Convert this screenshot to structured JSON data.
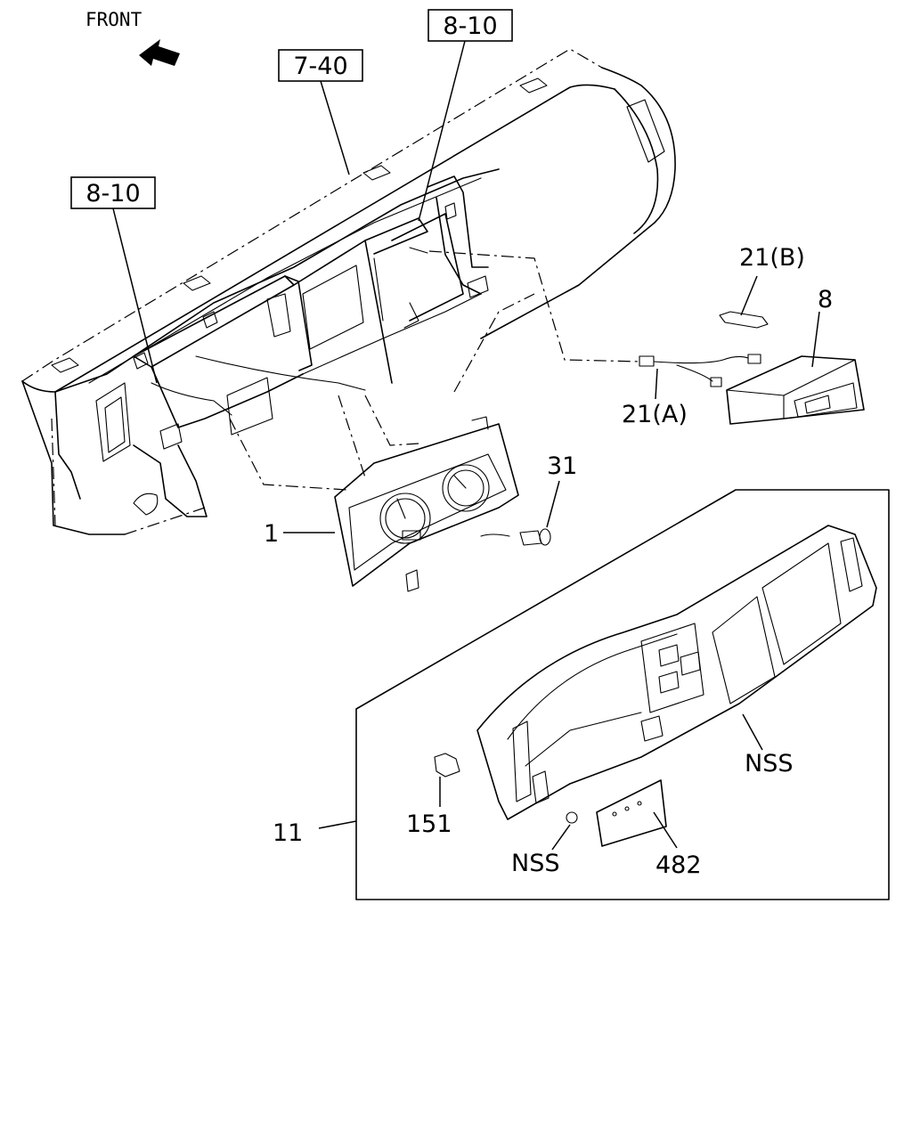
{
  "orientation": {
    "label": "FRONT",
    "arrow_icon": "arrow-up-left-icon"
  },
  "references": {
    "ref_top": "8-10",
    "ref_mid": "7-40",
    "ref_left": "8-10"
  },
  "callouts": {
    "p1": "1",
    "p8": "8",
    "p11": "11",
    "p21a": "21(A)",
    "p21b": "21(B)",
    "p31": "31",
    "p151": "151",
    "p482": "482",
    "nss1": "NSS",
    "nss2": "NSS"
  }
}
